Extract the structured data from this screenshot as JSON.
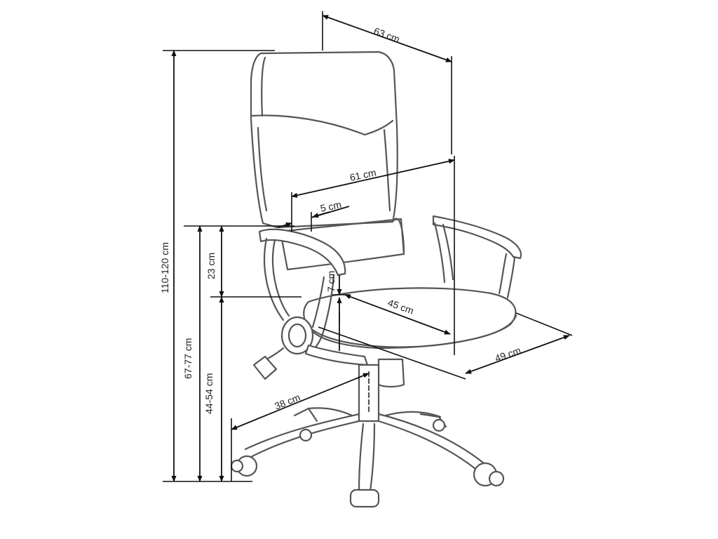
{
  "figure": {
    "subject": "office chair",
    "line_color": "#555555",
    "dimension_color": "#111111",
    "background": "#ffffff"
  },
  "dimensions": {
    "depth_top": "63 cm",
    "armrest_width": "61 cm",
    "armrest_thickness": "5 cm",
    "total_height": "110-120 cm",
    "armrest_height": "67-77 cm",
    "seat_height": "44-54 cm",
    "backrest_to_armrest": "23 cm",
    "armrest_to_seat": "7 cm",
    "seat_width": "45 cm",
    "seat_depth": "49 cm",
    "base_radius": "38 cm"
  }
}
